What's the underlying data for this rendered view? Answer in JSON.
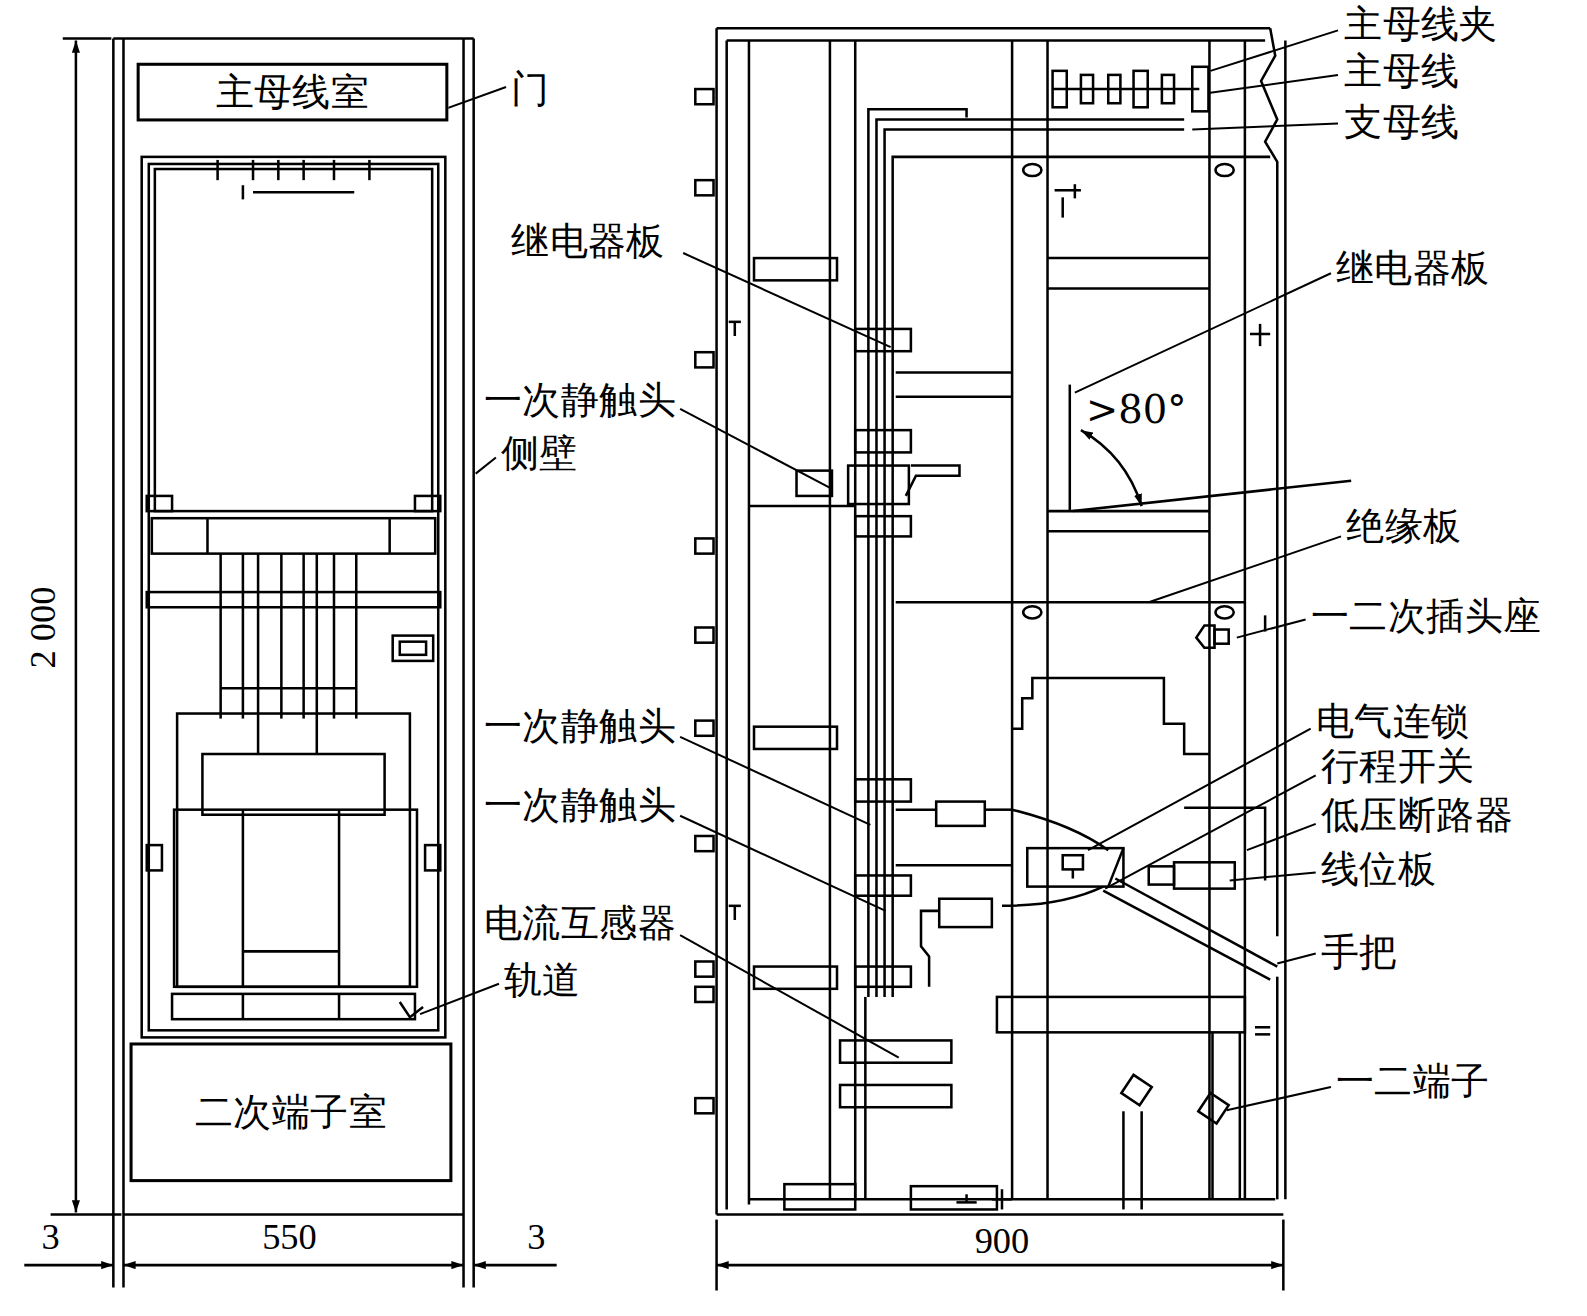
{
  "diagram": {
    "nodes": [
      {
        "text": [
          "主母线室"
        ]
      },
      {
        "text": [
          "二次端子室"
        ]
      }
    ],
    "labels": [
      "门",
      "侧壁",
      "轨道",
      "继电器板",
      "一次静触头",
      "一次静触头",
      "一次静触头",
      "电流互感器",
      "主母线夹",
      "主母线",
      "支母线",
      "继电器板",
      ">80°",
      "绝缘板",
      "一二次插头座",
      "电气连锁",
      "行程开关",
      "低压断路器",
      "线位板",
      "手把",
      "一二端子",
      "2 000",
      "3",
      "550",
      "3",
      "900"
    ]
  }
}
